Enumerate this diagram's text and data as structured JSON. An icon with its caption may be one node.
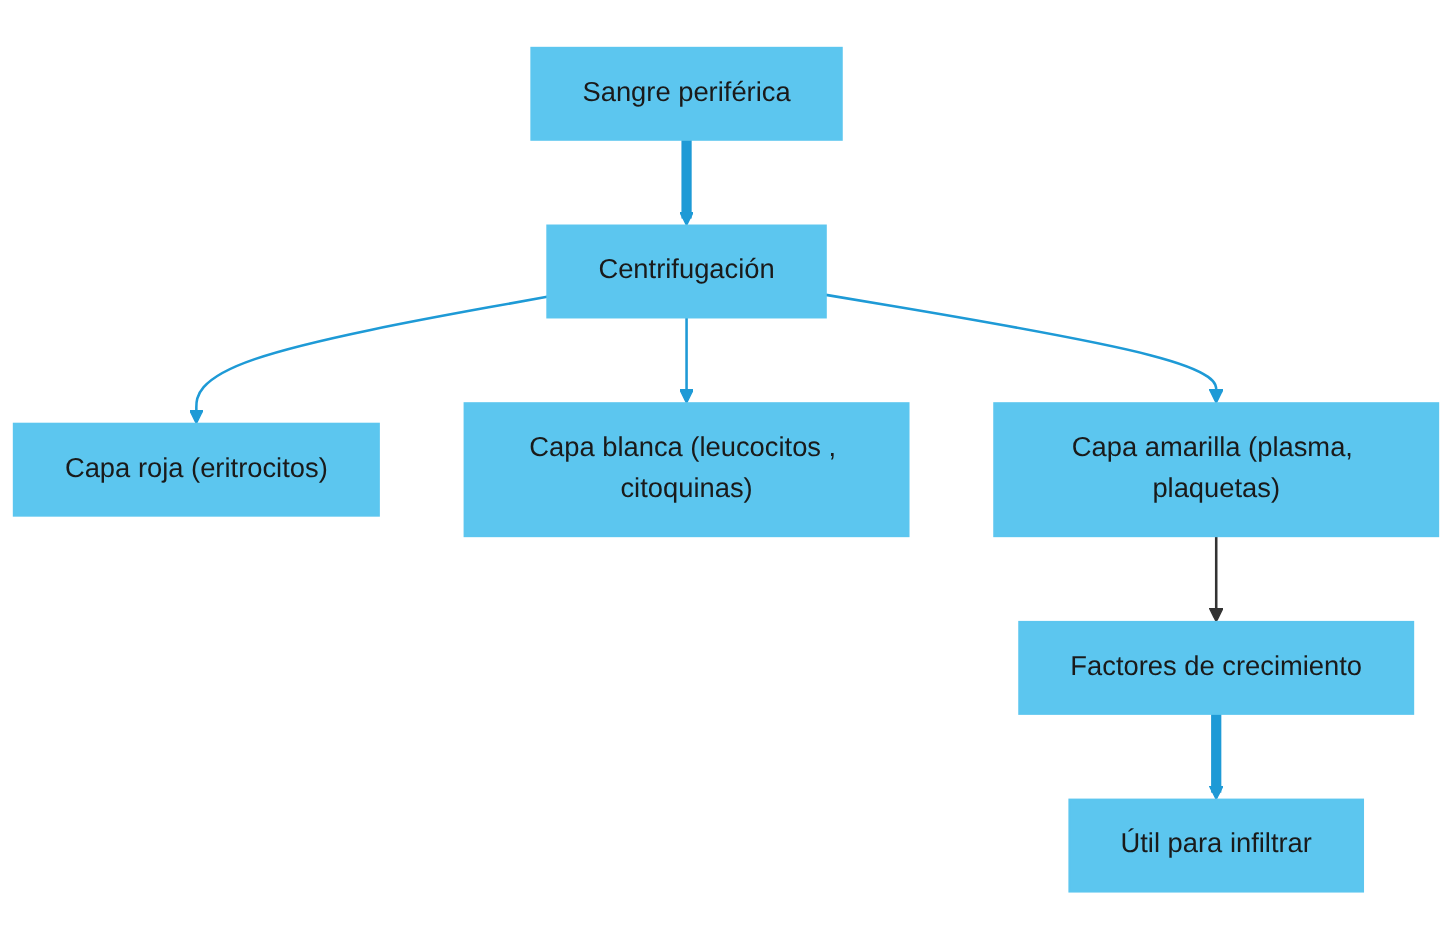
{
  "diagram": {
    "nodes": [
      {
        "text": [
          "Sangre periférica"
        ]
      },
      {
        "text": [
          "Centrifugación"
        ]
      },
      {
        "text": [
          "Capa roja (eritrocitos)"
        ]
      },
      {
        "text": [
          "Capa blanca (leucocitos , citoquinas)"
        ]
      },
      {
        "text": [
          "Capa amarilla (plasma, plaquetas)"
        ]
      },
      {
        "text": [
          "Factores de crecimiento"
        ]
      },
      {
        "text": [
          "Útil para infiltrar"
        ]
      }
    ],
    "edges": [
      {
        "from": 0,
        "to": 1,
        "arrow": "to",
        "style": "thick"
      },
      {
        "from": 1,
        "to": 2,
        "arrow": "to"
      },
      {
        "from": 1,
        "to": 3,
        "arrow": "to"
      },
      {
        "from": 1,
        "to": 4,
        "arrow": "to"
      },
      {
        "from": 4,
        "to": 5,
        "arrow": "to",
        "color": "#333333"
      },
      {
        "from": 5,
        "to": 6,
        "arrow": "to",
        "style": "thick"
      }
    ]
  }
}
